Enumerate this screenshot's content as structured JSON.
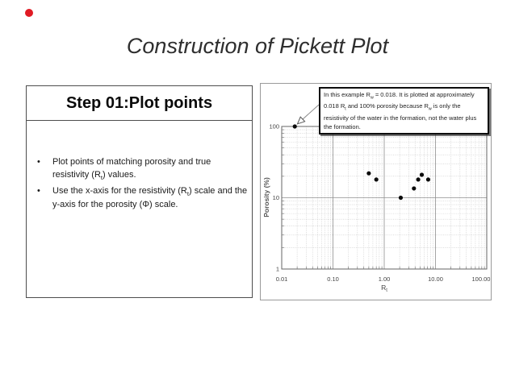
{
  "slide": {
    "title": "Construction of Pickett Plot",
    "decorations": {
      "red_dot_color": "#e01b24"
    }
  },
  "left_panel": {
    "header": "Step 01:Plot points",
    "bullet_char": "•",
    "bullets": [
      {
        "parts": [
          {
            "t": "Plot points of matching porosity and true resistivity (R"
          },
          {
            "s": "t"
          },
          {
            "t": ") values."
          }
        ]
      },
      {
        "parts": [
          {
            "t": "Use the x-axis for the resistivity (R"
          },
          {
            "s": "t"
          },
          {
            "t": ") scale and the y-axis for the porosity (Φ) scale."
          }
        ]
      }
    ]
  },
  "chart_data": {
    "type": "scatter",
    "x_scale": "log",
    "y_scale": "log",
    "xlabel": "Rt",
    "xlabel_parts": [
      {
        "t": "R"
      },
      {
        "s": "t"
      }
    ],
    "ylabel": "Porosity (%)",
    "xlim": [
      0.01,
      100
    ],
    "ylim": [
      1,
      100
    ],
    "x_ticks": [
      "0.01",
      "0.10",
      "1.00",
      "10.00",
      "100.00"
    ],
    "x_tick_values": [
      0.01,
      0.1,
      1,
      10,
      100
    ],
    "y_ticks": [
      "1",
      "10",
      "100"
    ],
    "y_tick_values": [
      1,
      10,
      100
    ],
    "grid": "major and minor logarithmic gridlines on both axes",
    "legend": "none",
    "points": [
      {
        "x": 0.018,
        "y": 100,
        "note": "Rw point"
      },
      {
        "x": 0.5,
        "y": 22
      },
      {
        "x": 0.7,
        "y": 18
      },
      {
        "x": 2.1,
        "y": 10
      },
      {
        "x": 3.8,
        "y": 13.5
      },
      {
        "x": 4.6,
        "y": 18
      },
      {
        "x": 5.4,
        "y": 21
      },
      {
        "x": 7.2,
        "y": 18
      }
    ],
    "annotation": "In this example Rw = 0.018. It is plotted at approximately 0.018 Rt and 100% porosity because Rw is only the resistivity of the water in the formation, not the water plus the formation.",
    "annotation_parts": [
      {
        "t": "In this example R"
      },
      {
        "s": "w"
      },
      {
        "t": " = 0.018. It is plotted at approximately 0.018 R"
      },
      {
        "s": "t"
      },
      {
        "t": " and 100% porosity because R"
      },
      {
        "s": "w"
      },
      {
        "t": " is only the resistivity of the water in the formation, not the water plus the formation."
      }
    ]
  }
}
